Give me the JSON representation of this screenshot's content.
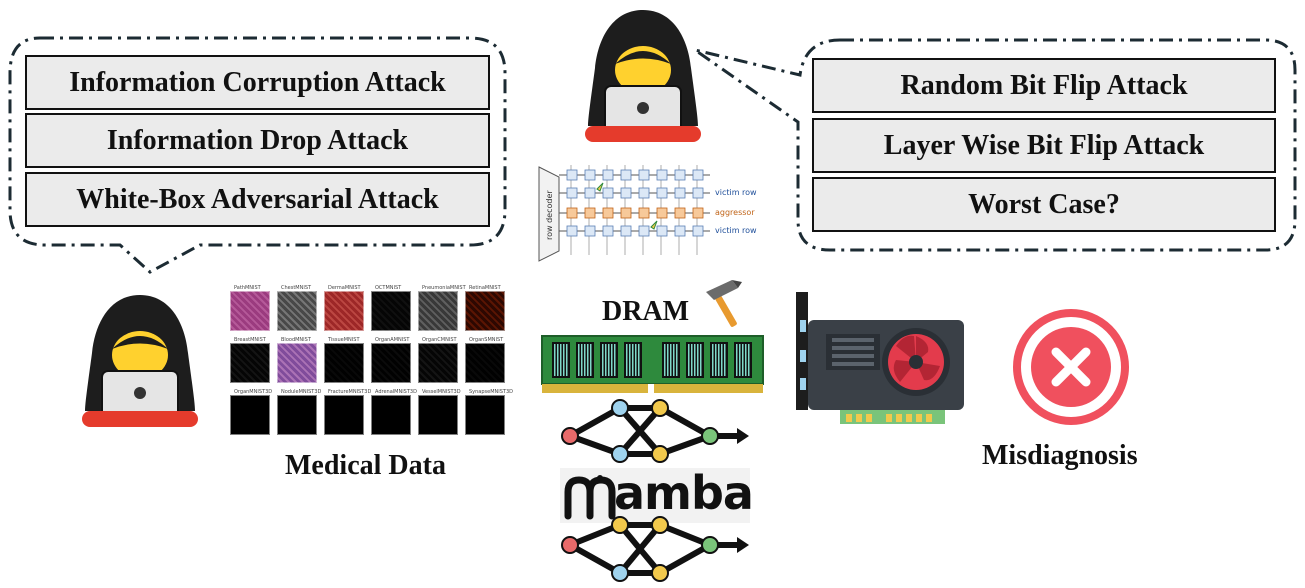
{
  "left_attacks": [
    "Information Corruption Attack",
    "Information Drop Attack",
    "White-Box Adversarial Attack"
  ],
  "right_attacks": [
    "Random Bit Flip Attack",
    "Layer Wise Bit Flip Attack",
    "Worst Case?"
  ],
  "captions": {
    "medical_data": "Medical Data",
    "dram": "DRAM",
    "mamba": "amba",
    "misdiagnosis": "Misdiagnosis"
  },
  "rowhammer": {
    "row_decoder": "row decoder",
    "victim_row_top": "victim row",
    "aggressor": "aggressor",
    "victim_row_bottom": "victim row"
  },
  "datasets": [
    "PathMNIST",
    "ChestMNIST",
    "DermaMNIST",
    "OCTMNIST",
    "PneumoniaMNIST",
    "RetinaMNIST",
    "BreastMNIST",
    "BloodMNIST",
    "TissueMNIST",
    "OrganAMNIST",
    "OrganCMNIST",
    "OrganSMNIST",
    "OrganMNIST3D",
    "NoduleMNIST3D",
    "FractureMNIST3D",
    "AdrenalMNIST3D",
    "VesselMNIST3D",
    "SynapseMNIST3D"
  ],
  "icons": [
    "hacker-icon",
    "dram-module-icon",
    "hammer-icon",
    "gpu-icon",
    "error-x-icon",
    "neural-network-icon"
  ],
  "colors": {
    "hacker_face": "#ffd12e",
    "hacker_bar": "#e53b2c",
    "error": "#f0505e",
    "gpu_fan": "#e33b4c"
  }
}
